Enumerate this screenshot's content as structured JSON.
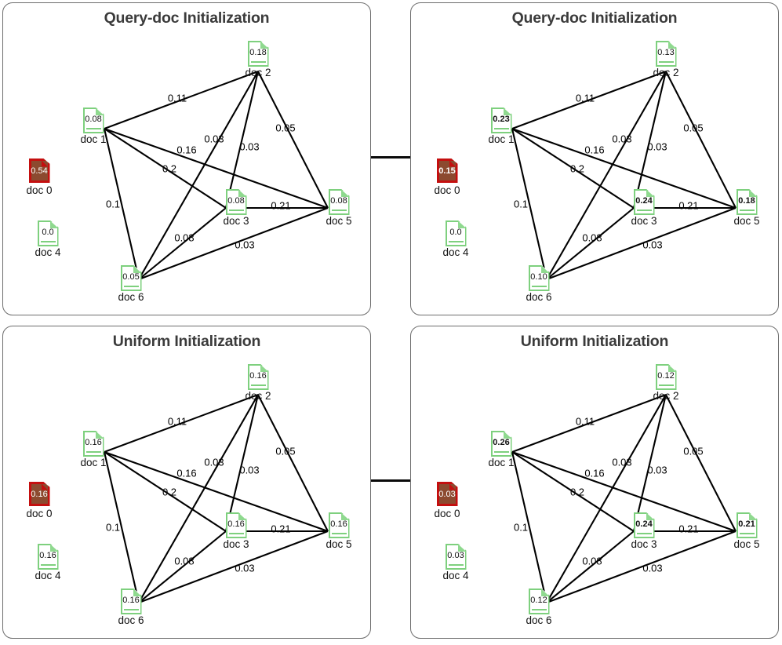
{
  "figure": {
    "panel_border_color": "#6d6d6d",
    "title_color": "#3b3b3b",
    "edge_color": "#000000",
    "node_green_color": "#7ed07e",
    "node_red_color": "#c40f0f"
  },
  "connectors": [
    {
      "name": "top-panels-connector"
    },
    {
      "name": "bottom-panels-connector"
    }
  ],
  "chart_data": {
    "type": "diagram",
    "description": "Four node-link graph panels showing document similarity graphs with per-node scores under two initialization schemes, before and after propagation.",
    "node_ids": [
      "doc 0",
      "doc 1",
      "doc 2",
      "doc 3",
      "doc 4",
      "doc 5",
      "doc 6"
    ],
    "edges": [
      {
        "source": "doc 1",
        "target": "doc 2",
        "weight": "0.11"
      },
      {
        "source": "doc 2",
        "target": "doc 6",
        "weight": "0.03"
      },
      {
        "source": "doc 2",
        "target": "doc 3",
        "weight": "0.03"
      },
      {
        "source": "doc 2",
        "target": "doc 5",
        "weight": "0.05"
      },
      {
        "source": "doc 1",
        "target": "doc 5",
        "weight": "0.16"
      },
      {
        "source": "doc 1",
        "target": "doc 3",
        "weight": "0.2"
      },
      {
        "source": "doc 1",
        "target": "doc 6",
        "weight": "0.1"
      },
      {
        "source": "doc 3",
        "target": "doc 5",
        "weight": "0.21"
      },
      {
        "source": "doc 6",
        "target": "doc 3",
        "weight": "0.08"
      },
      {
        "source": "doc 6",
        "target": "doc 5",
        "weight": "0.03"
      }
    ],
    "panels": [
      {
        "key": "top_left",
        "title": "Query-doc Initialization",
        "values": {
          "doc 0": "0.54",
          "doc 1": "0.08",
          "doc 2": "0.18",
          "doc 3": "0.08",
          "doc 4": "0.0",
          "doc 5": "0.08",
          "doc 6": "0.05"
        },
        "bold": {
          "doc 0": false,
          "doc 1": false,
          "doc 2": false,
          "doc 3": false,
          "doc 4": false,
          "doc 5": false,
          "doc 6": false
        }
      },
      {
        "key": "top_right",
        "title": "Query-doc Initialization",
        "values": {
          "doc 0": "0.15",
          "doc 1": "0.23",
          "doc 2": "0.13",
          "doc 3": "0.24",
          "doc 4": "0.0",
          "doc 5": "0.18",
          "doc 6": "0.10"
        },
        "bold": {
          "doc 0": true,
          "doc 1": true,
          "doc 2": false,
          "doc 3": true,
          "doc 4": false,
          "doc 5": true,
          "doc 6": false
        }
      },
      {
        "key": "bottom_left",
        "title": "Uniform Initialization",
        "values": {
          "doc 0": "0.16",
          "doc 1": "0.16",
          "doc 2": "0.16",
          "doc 3": "0.16",
          "doc 4": "0.16",
          "doc 5": "0.16",
          "doc 6": "0.16"
        },
        "bold": {
          "doc 0": false,
          "doc 1": false,
          "doc 2": false,
          "doc 3": false,
          "doc 4": false,
          "doc 5": false,
          "doc 6": false
        }
      },
      {
        "key": "bottom_right",
        "title": "Uniform Initialization",
        "values": {
          "doc 0": "0.03",
          "doc 1": "0.26",
          "doc 2": "0.12",
          "doc 3": "0.24",
          "doc 4": "0.03",
          "doc 5": "0.21",
          "doc 6": "0.12"
        },
        "bold": {
          "doc 0": false,
          "doc 1": true,
          "doc 2": false,
          "doc 3": true,
          "doc 4": false,
          "doc 5": true,
          "doc 6": false
        }
      }
    ]
  }
}
